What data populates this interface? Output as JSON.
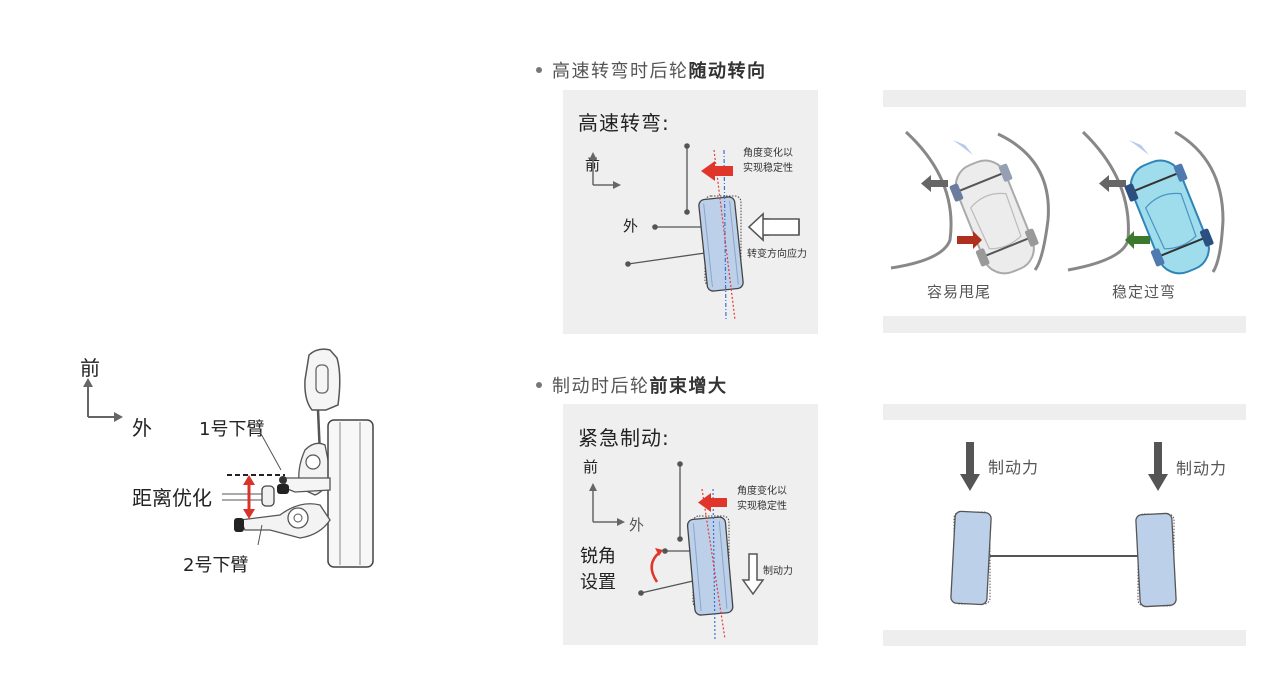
{
  "left_figure": {
    "axis_forward": "前",
    "axis_outward": "外",
    "label_arm1": "1号下臂",
    "label_distance": "距离优化",
    "label_arm2": "2号下臂"
  },
  "section_cornering": {
    "bullet_prefix": "高速转弯时后轮",
    "bullet_bold": "随动转向",
    "panel_title": "高速转弯:",
    "axis_forward": "前",
    "axis_outward": "外",
    "annotation_angle_line1": "角度变化以",
    "annotation_angle_line2": "实现稳定性",
    "annotation_force": "转变方向应力",
    "compare": {
      "left_caption": "容易甩尾",
      "right_caption": "稳定过弯"
    }
  },
  "section_braking": {
    "bullet_prefix": "制动时后轮",
    "bullet_bold": "前束增大",
    "panel_title": "紧急制动:",
    "axis_forward": "前",
    "axis_outward": "外",
    "annotation_angle_line1": "角度变化以",
    "annotation_angle_line2": "实现稳定性",
    "annotation_acute_line1": "锐角",
    "annotation_acute_line2": "设置",
    "annotation_brake": "制动力",
    "axle": {
      "left_label": "制动力",
      "right_label": "制动力"
    }
  },
  "colors": {
    "panel_bg": "#efefef",
    "wheel_fill": "#bcd0ea",
    "red_arrow": "#e0352b",
    "dark_red_arrow": "#b03020",
    "green_arrow": "#3a7a2a",
    "gray_arrow": "#666666",
    "car_blue": "#9fdcec"
  }
}
